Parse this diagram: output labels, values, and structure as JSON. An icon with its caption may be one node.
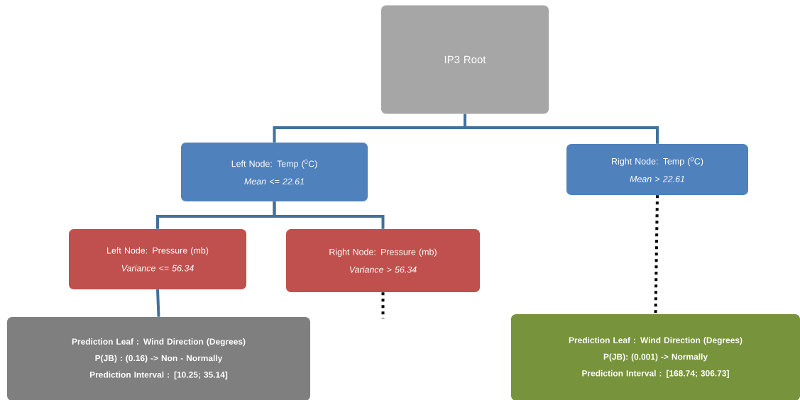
{
  "diagram": {
    "nodes": [
      {
        "text": [
          "IP3  Root"
        ]
      },
      {
        "text": [
          "Left Node: Temp ($^{0}$C)",
          "Mean <= 22.61"
        ]
      },
      {
        "text": [
          "Right  Node: Temp ($^{0}$C)",
          "Mean > 22.61"
        ]
      },
      {
        "text": [
          "Left Node: Pressure (mb)",
          "Variance  <= 56.34"
        ]
      },
      {
        "text": [
          "Right  Node: Pressure (mb)",
          "Variance > 56.34"
        ]
      },
      {
        "text": [
          "Prediction  Leaf : Wind  Direction  (Degrees)",
          "P(JB) : (0.16)  ->  Non -  Normally",
          "Prediction  Interval : [10.25;  35.14]"
        ]
      },
      {
        "text": [
          "Prediction  Leaf : Wind  Direction  (Degrees)",
          "P(JB): (0.001) -> Normally",
          "Prediction  Interval : [168.74;  306.73]"
        ]
      }
    ],
    "edges": [
      {
        "from": 0,
        "to": 1,
        "arrow": "none"
      },
      {
        "from": 0,
        "to": 2,
        "arrow": "none"
      },
      {
        "from": 1,
        "to": 3,
        "arrow": "none"
      },
      {
        "from": 1,
        "to": 4,
        "arrow": "none"
      },
      {
        "from": 3,
        "to": 5,
        "arrow": "none"
      },
      {
        "from": 4,
        "to": null,
        "arrow": "none",
        "style": "dashed",
        "color": "#000000"
      },
      {
        "from": 2,
        "to": 6,
        "arrow": "none",
        "style": "dashed",
        "color": "#000000"
      }
    ]
  }
}
